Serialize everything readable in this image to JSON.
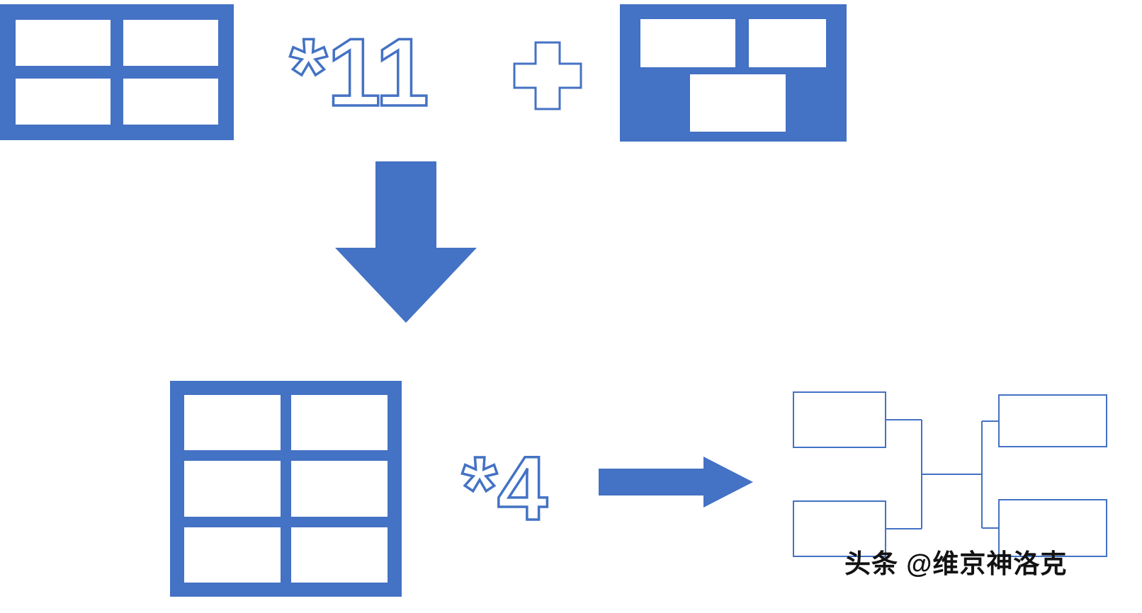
{
  "colors": {
    "accent": "#4472C4",
    "background": "#FFFFFF",
    "watermark_text": "#121212"
  },
  "equation": {
    "multiplier_top": "*11",
    "plus": "+",
    "multiplier_bottom": "*4"
  },
  "watermark": {
    "text": "头条 @维京神洛克"
  },
  "icons": [
    "down-arrow-icon",
    "right-arrow-icon",
    "plus-icon"
  ],
  "shapes": {
    "top_left_grid": {
      "type": "table-grid",
      "rows": 2,
      "cols": 2,
      "cells": 4,
      "fill": "#4472C4",
      "cell_fill": "#FFFFFF"
    },
    "top_right_block": {
      "type": "block",
      "top_cells": 2,
      "bottom_cells": 1,
      "cells": 3,
      "fill": "#4472C4",
      "cell_fill": "#FFFFFF"
    },
    "bottom_grid": {
      "type": "table-grid",
      "rows": 3,
      "cols": 2,
      "cells": 6,
      "fill": "#4472C4",
      "cell_fill": "#FFFFFF"
    },
    "bracket": {
      "type": "tournament-bracket",
      "left_boxes": 2,
      "right_boxes": 2,
      "stroke": "#4472C4"
    }
  }
}
